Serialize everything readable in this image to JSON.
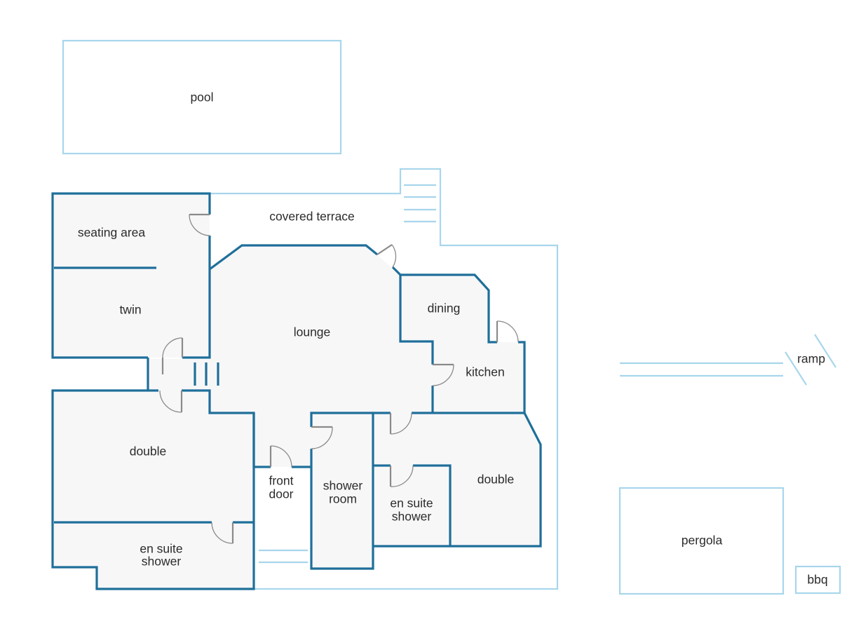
{
  "plan": {
    "labels": {
      "pool": "pool",
      "covered_terrace": "covered terrace",
      "seating_area": "seating area",
      "twin": "twin",
      "lounge": "lounge",
      "dining": "dining",
      "kitchen": "kitchen",
      "double_left": "double",
      "en_suite_left_1": "en suite",
      "en_suite_left_2": "shower",
      "front_door_1": "front",
      "front_door_2": "door",
      "shower_room_1": "shower",
      "shower_room_2": "room",
      "en_suite_right_1": "en suite",
      "en_suite_right_2": "shower",
      "double_right": "double",
      "ramp": "ramp",
      "pergola": "pergola",
      "bbq": "bbq"
    }
  },
  "colors": {
    "wall": "#1f6f9a",
    "outline": "#a8d6ec",
    "pool_fill": "#c4e4f7",
    "room_fill": "#f7f7f8",
    "door": "#8a8a8a",
    "text": "#2b2b2b"
  }
}
